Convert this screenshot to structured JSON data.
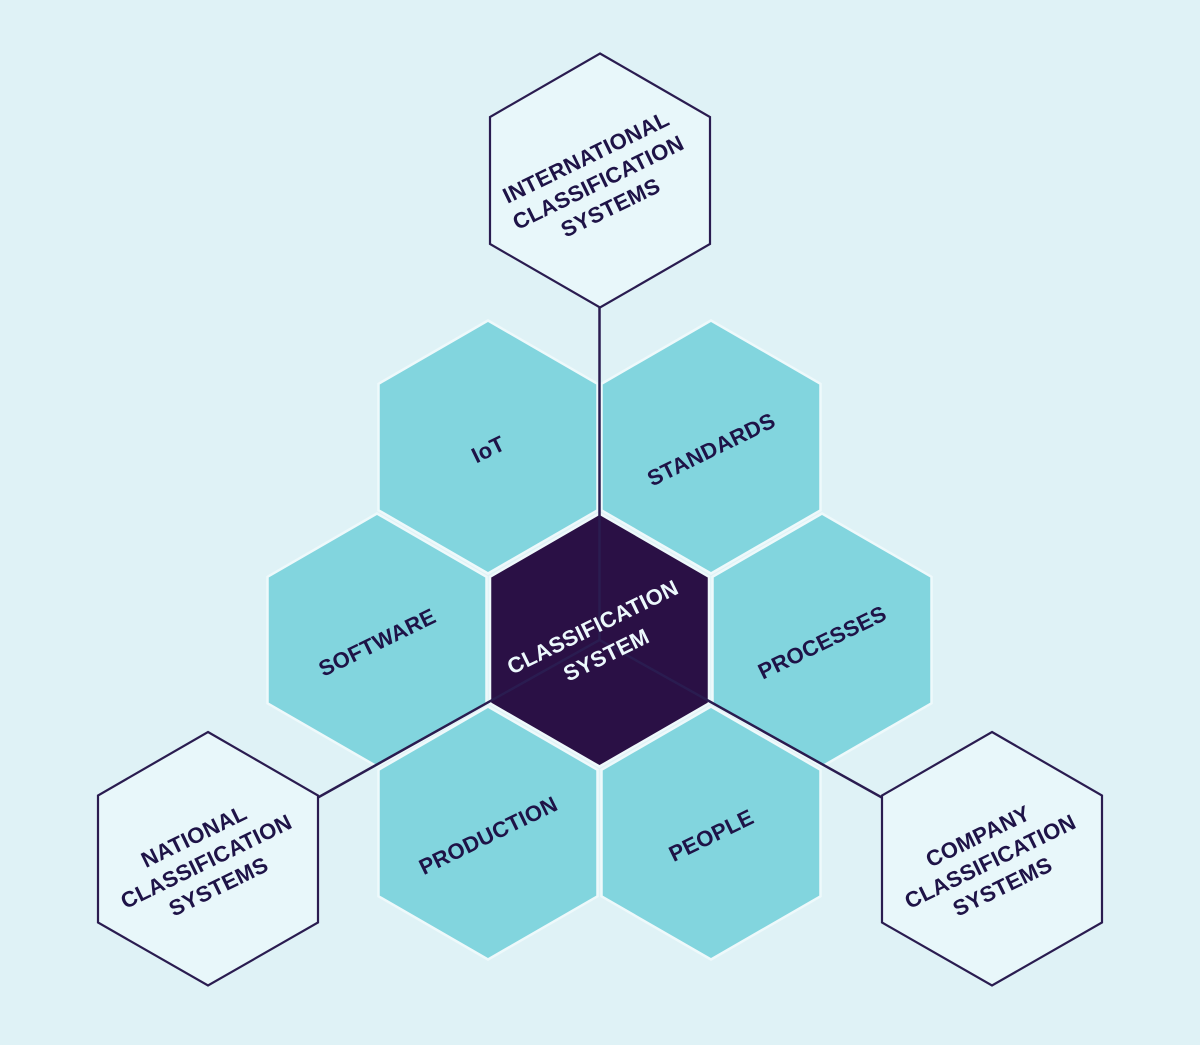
{
  "diagram_title": "Classification system hexagon diagram",
  "colors": {
    "background": "#dff2f6",
    "teal_hex_fill": "#82d5de",
    "center_hex_fill": "#2a1045",
    "outlined_hex_fill": "#e8f7fa",
    "outline_and_line_color": "#2a1c50",
    "dark_text": "#1e1347",
    "light_text": "#ecf9fc",
    "hex_gap": "#eef9fb"
  },
  "center_hexagon": {
    "lines": [
      "CLASSIFICATION",
      "SYSTEM"
    ]
  },
  "inner_ring": {
    "iot": "IoT",
    "standards": "STANDARDS",
    "software": "SOFTWARE",
    "processes": "PROCESSES",
    "production": "PRODUCTION",
    "people": "PEOPLE"
  },
  "outer_ring": {
    "international": [
      "INTERNATIONAL",
      "CLASSIFICATION",
      "SYSTEMS"
    ],
    "national": [
      "NATIONAL",
      "CLASSIFICATION",
      "SYSTEMS"
    ],
    "company": [
      "COMPANY",
      "CLASSIFICATION",
      "SYSTEMS"
    ]
  }
}
